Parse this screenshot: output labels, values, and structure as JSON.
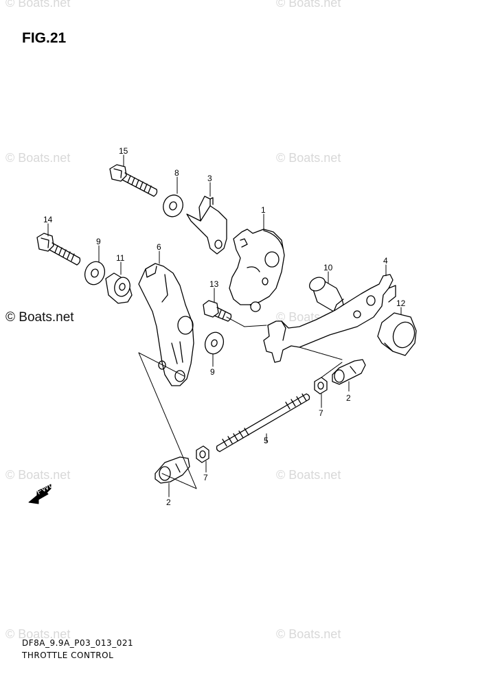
{
  "figure": {
    "title": "FIG.21"
  },
  "watermarks": {
    "text": "© Boats.net",
    "dark_text": "© Boats.net"
  },
  "callouts": {
    "c1": "1",
    "c2a": "2",
    "c2b": "2",
    "c3": "3",
    "c4": "4",
    "c5": "5",
    "c6": "6",
    "c7a": "7",
    "c7b": "7",
    "c8": "8",
    "c9a": "9",
    "c9b": "9",
    "c10": "10",
    "c11": "11",
    "c12": "12",
    "c13": "13",
    "c14": "14",
    "c15": "15"
  },
  "fwd_label": "FWD",
  "footer": {
    "code": "DF8A_9.9A_P03_013_021",
    "name": "THROTTLE CONTROL"
  }
}
